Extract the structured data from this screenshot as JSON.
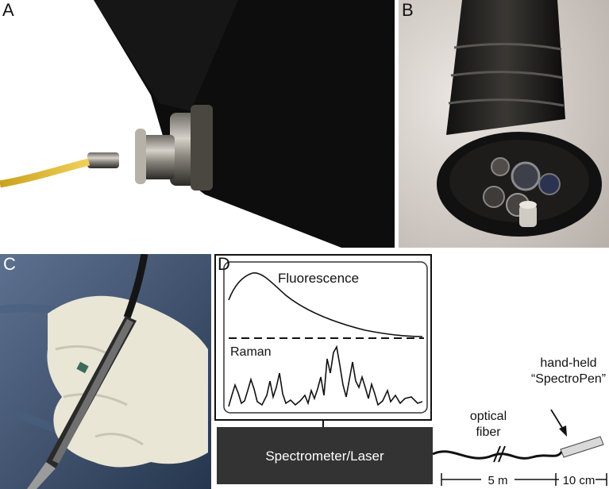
{
  "panels": {
    "a": {
      "label": "A"
    },
    "b": {
      "label": "B"
    },
    "c": {
      "label": "C"
    },
    "d": {
      "label": "D",
      "fluorescence_label": "Fluorescence",
      "raman_label": "Raman",
      "spectrometer_label": "Spectrometer/Laser",
      "fiber_label_line1": "optical",
      "fiber_label_line2": "fiber",
      "pen_label_line1": "hand-held",
      "pen_label_line2": "“SpectroPen”",
      "fiber_length": "5 m",
      "pen_length": "10 cm"
    }
  },
  "colors": {
    "fiber_yellow": "#e6c23a",
    "spectrometer_box": "#333333",
    "glove": "#e9e6d6",
    "drape_blue": "#3d5370"
  }
}
